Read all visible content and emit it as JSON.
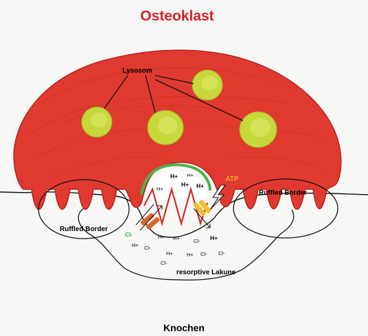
{
  "title": "Osteoklast",
  "labels": {
    "lysosome": "Lysosom",
    "ruffled_left": "Ruffled Border",
    "ruffled_right": "Ruffled Border",
    "atp": "ATP",
    "lacuna": "resorptive Lakune",
    "bone": "Knochen",
    "cl_channel": "Cl-"
  },
  "ions": {
    "h_upper": [
      "H+",
      "H+",
      "H+",
      "H+",
      "H+"
    ],
    "h_lacuna": [
      "H+",
      "H+",
      "H+",
      "H+",
      "H+",
      "H+"
    ],
    "cl_lacuna": [
      "Cl-",
      "Cl-",
      "Cl-",
      "Cl-",
      "Cl-"
    ]
  },
  "colors": {
    "title": "#d2232a",
    "cell": "#e03a30",
    "cell_shadow": "#b8201c",
    "lysosome": "#c6d83a",
    "lysosome_inner": "#dbe866",
    "membrane_green": "#4cb34a",
    "atp": "#f2a833",
    "channel_orange": "#d9662a",
    "pump_yellow": "#f0c030",
    "cl_green": "#3aa64a",
    "ink": "#111111"
  }
}
